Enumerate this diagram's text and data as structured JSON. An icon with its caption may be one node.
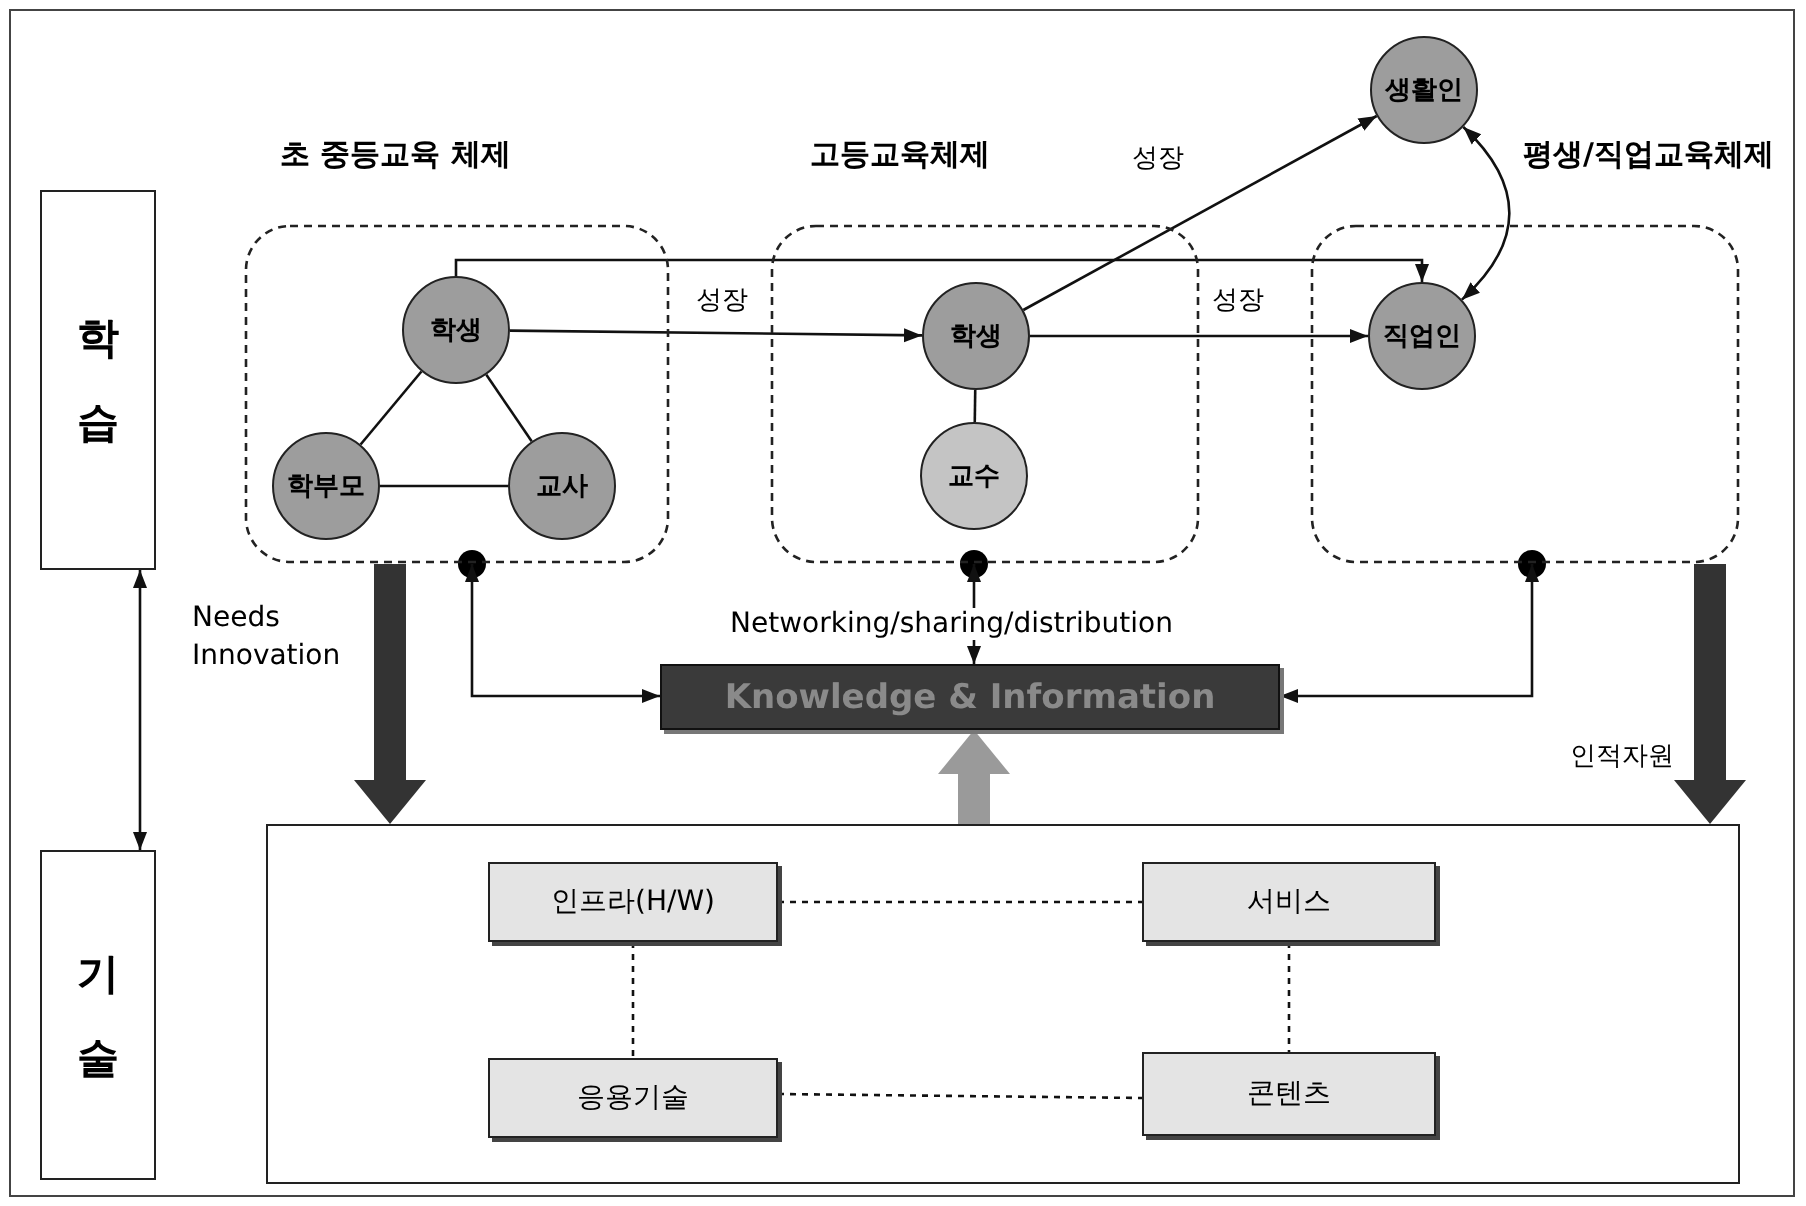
{
  "diagram": {
    "nodes": [
      {
        "text": [
          "학습"
        ]
      },
      {
        "text": [
          "기술"
        ]
      },
      {
        "text": [
          "초 중등교육 체제"
        ]
      },
      {
        "text": [
          "학생"
        ],
        "in": 2
      },
      {
        "text": [
          "학부모"
        ],
        "in": 2
      },
      {
        "text": [
          "교사"
        ],
        "in": 2
      },
      {
        "text": [
          "고등교육체제"
        ]
      },
      {
        "text": [
          "학생"
        ],
        "in": 6
      },
      {
        "text": [
          "교수"
        ],
        "in": 6
      },
      {
        "text": [
          "평생/직업교육체제"
        ]
      },
      {
        "text": [
          "직업인"
        ],
        "in": 9
      },
      {
        "text": [
          "생활인"
        ]
      },
      {
        "text": [
          "Knowledge & Information"
        ]
      },
      {
        "text": [],
        "shape": "box"
      },
      {
        "text": [
          "인프라(H/W)"
        ],
        "in": 13
      },
      {
        "text": [
          "서비스"
        ],
        "in": 13
      },
      {
        "text": [
          "응용기술"
        ],
        "in": 13
      },
      {
        "text": [
          "콘텐츠"
        ],
        "in": 13
      }
    ],
    "edges": [
      {
        "from": 3,
        "to": 7,
        "arrow": "to",
        "label": "성장"
      },
      {
        "from": 3,
        "to": 10,
        "arrow": "to"
      },
      {
        "from": 7,
        "to": 10,
        "arrow": "to",
        "label": "성장"
      },
      {
        "from": 7,
        "to": 11,
        "arrow": "to",
        "label": "성장"
      },
      {
        "from": 11,
        "to": 10,
        "arrow": "both"
      },
      {
        "from": 3,
        "to": 4,
        "arrow": "none"
      },
      {
        "from": 3,
        "to": 5,
        "arrow": "none"
      },
      {
        "from": 4,
        "to": 5,
        "arrow": "none"
      },
      {
        "from": 7,
        "to": 8,
        "arrow": "none"
      },
      {
        "from": 12,
        "to": 2,
        "arrow": "both"
      },
      {
        "from": 12,
        "to": 6,
        "arrow": "both",
        "label": "Networking/sharing/distribution"
      },
      {
        "from": 12,
        "to": 9,
        "arrow": "both"
      },
      {
        "from": 0,
        "to": 1,
        "arrow": "both"
      },
      {
        "from": 2,
        "to": 13,
        "arrow": "to",
        "label": "Needs Innovation",
        "style": "thick",
        "color": "#333333"
      },
      {
        "from": 9,
        "to": 13,
        "arrow": "to",
        "label": "인적자원",
        "style": "thick",
        "color": "#333333"
      },
      {
        "from": 13,
        "to": 12,
        "arrow": "to",
        "style": "thick",
        "color": "#9a9a9a"
      },
      {
        "from": 14,
        "to": 15,
        "arrow": "none",
        "style": "dashed"
      },
      {
        "from": 14,
        "to": 16,
        "arrow": "none",
        "style": "dashed"
      },
      {
        "from": 16,
        "to": 17,
        "arrow": "none",
        "style": "dashed"
      },
      {
        "from": 15,
        "to": 17,
        "arrow": "none",
        "style": "dashed"
      }
    ]
  }
}
